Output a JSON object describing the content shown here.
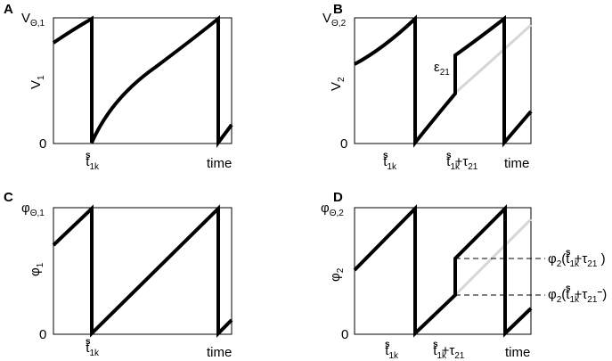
{
  "panels": {
    "A": {
      "letter": "A",
      "y_top": "V",
      "y_top_sub": "Θ,1",
      "y_label": "V",
      "y_label_sub": "1",
      "zero": "0",
      "x_tick": "t",
      "x_tick_sup": "s",
      "x_tick_sub": "1k",
      "x_end": "time"
    },
    "B": {
      "letter": "B",
      "y_top": "V",
      "y_top_sub": "Θ,2",
      "y_label": "V",
      "y_label_sub": "2",
      "zero": "0",
      "x_tick1": "t",
      "x_tick1_sup": "s",
      "x_tick1_sub": "1k",
      "x_tick2": "t",
      "x_tick2_sup": "s",
      "x_tick2_sub": "1k",
      "x_tick2_tail": "+τ",
      "x_tick2_tail_sub": "21",
      "x_end": "time",
      "jump_label": "ε",
      "jump_label_sub": "21"
    },
    "C": {
      "letter": "C",
      "y_top": "φ",
      "y_top_sub": "Θ,1",
      "y_label": "φ",
      "y_label_sub": "1",
      "zero": "0",
      "x_tick": "t",
      "x_tick_sup": "s",
      "x_tick_sub": "1k",
      "x_end": "time"
    },
    "D": {
      "letter": "D",
      "y_top": "φ",
      "y_top_sub": "Θ,2",
      "y_label": "φ",
      "y_label_sub": "2",
      "zero": "0",
      "x_tick1": "t",
      "x_tick1_sup": "s",
      "x_tick1_sub": "1k",
      "x_tick2": "t",
      "x_tick2_sup": "s",
      "x_tick2_sub": "1k",
      "x_tick2_tail": "+τ",
      "x_tick2_tail_sub": "21",
      "x_end": "time",
      "anno_upper": {
        "pre": "φ",
        "pre_sub": "2",
        "paren": "(t",
        "sup": "s",
        "sub": "1k",
        "tail": "+τ",
        "tail_sub": "21",
        "close": " )"
      },
      "anno_lower": {
        "pre": "φ",
        "pre_sub": "2",
        "paren": "(t",
        "sup": "s",
        "sub": "1k",
        "tail": "+τ",
        "tail_sub": "21",
        "minus": "−",
        "close": ")"
      }
    }
  }
}
